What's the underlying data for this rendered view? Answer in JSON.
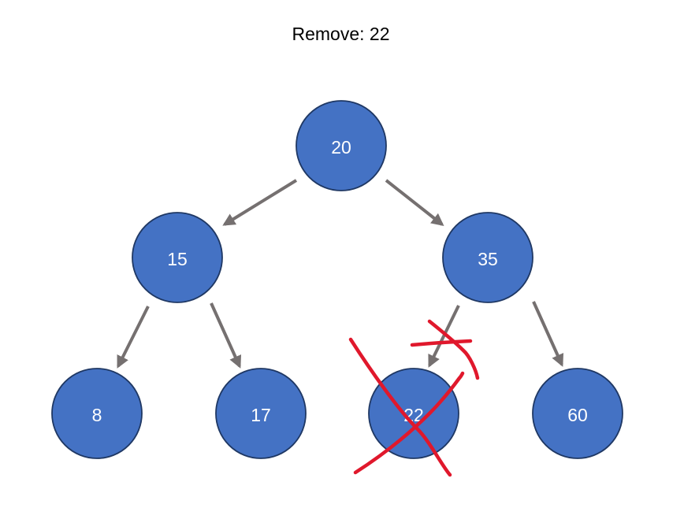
{
  "title": "Remove: 22",
  "colors": {
    "node_fill": "#4472c4",
    "node_stroke": "#1f3864",
    "edge": "#757070",
    "cross_out": "#e0182c",
    "text": "#ffffff"
  },
  "tree": {
    "nodes": [
      {
        "id": "n20",
        "label": "20"
      },
      {
        "id": "n15",
        "label": "15"
      },
      {
        "id": "n35",
        "label": "35"
      },
      {
        "id": "n8",
        "label": "8"
      },
      {
        "id": "n17",
        "label": "17"
      },
      {
        "id": "n22",
        "label": "22",
        "crossed_out": true
      },
      {
        "id": "n60",
        "label": "60"
      }
    ],
    "edges": [
      {
        "from": "n20",
        "to": "n15"
      },
      {
        "from": "n20",
        "to": "n35"
      },
      {
        "from": "n15",
        "to": "n8"
      },
      {
        "from": "n15",
        "to": "n17"
      },
      {
        "from": "n35",
        "to": "n22",
        "crossed_out": true
      },
      {
        "from": "n35",
        "to": "n60"
      }
    ]
  }
}
